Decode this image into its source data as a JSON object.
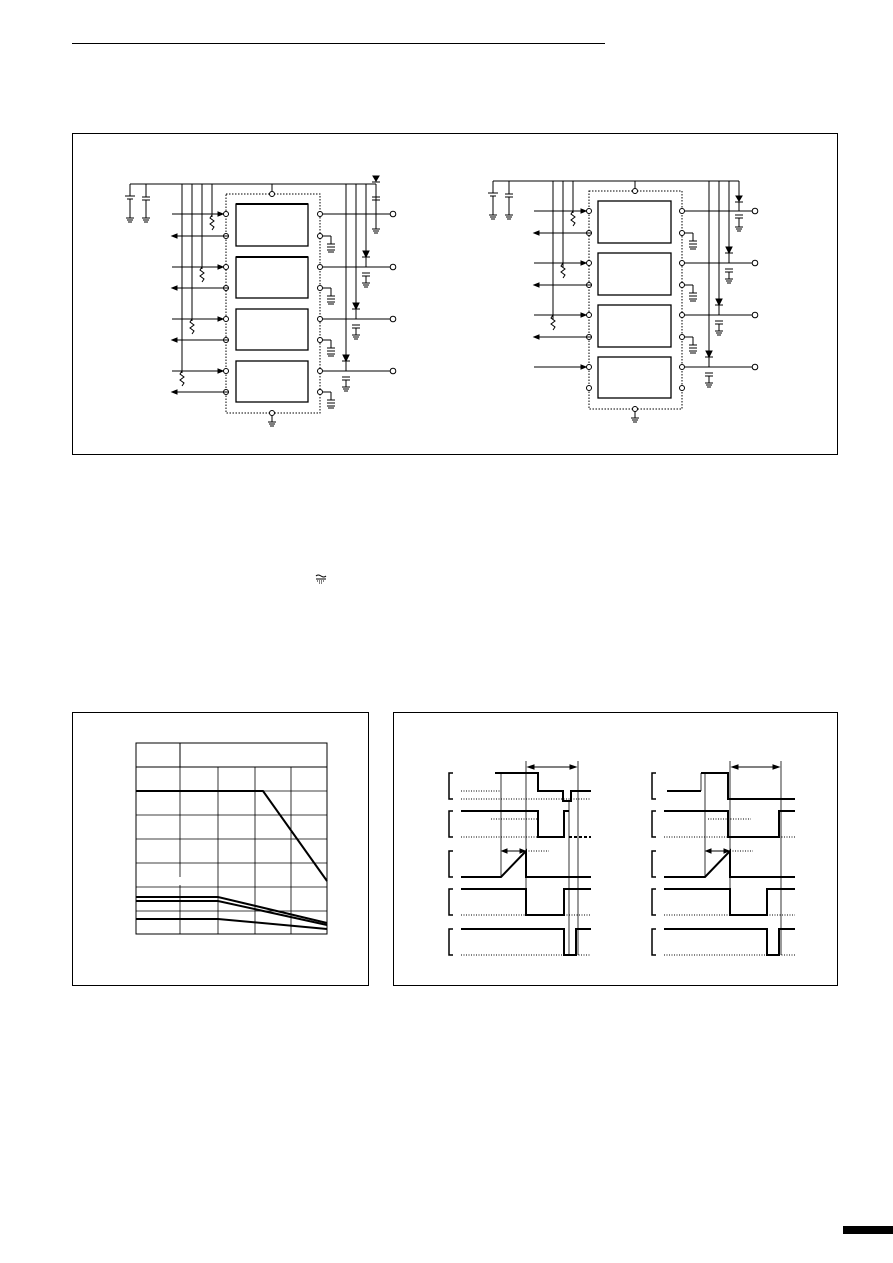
{
  "page": {
    "width": 893,
    "height": 1263,
    "colors": {
      "ink": "#000000",
      "paper": "#ffffff"
    }
  },
  "figures": {
    "circuit_left": {
      "blocks": 4,
      "icon": "circuit-diagram"
    },
    "circuit_right": {
      "blocks": 4,
      "icon": "circuit-diagram"
    },
    "derating_graph": {
      "icon": "line-graph"
    },
    "timing_diagram": {
      "icon": "timing-waveforms"
    }
  },
  "symbols": {
    "inline": "approx-equal-icon"
  }
}
